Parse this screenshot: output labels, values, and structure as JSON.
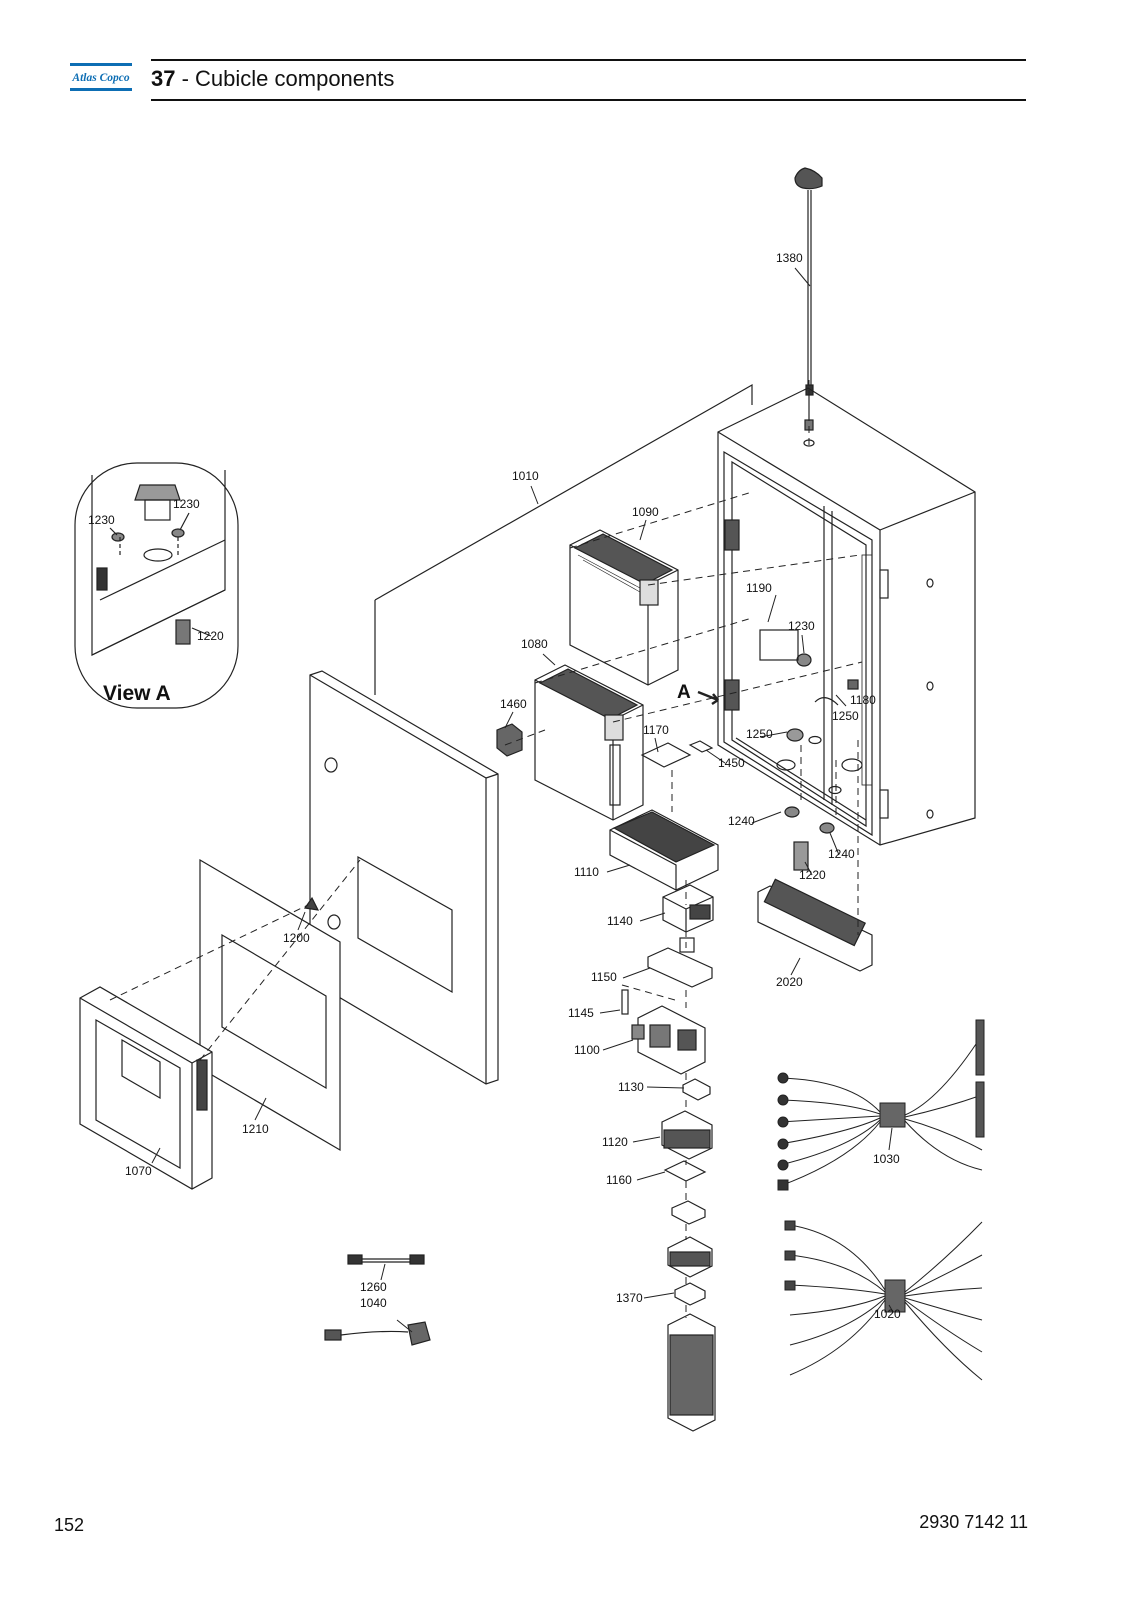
{
  "brand": {
    "name": "Atlas Copco",
    "color": "#0d6eb4"
  },
  "header": {
    "section_number": "37",
    "separator": " - ",
    "title": "Cubicle components"
  },
  "labels": {
    "c1380": "1380",
    "c1010": "1010",
    "c1090": "1090",
    "c1190": "1190",
    "c1230a": "1230",
    "c1080": "1080",
    "c1460": "1460",
    "c1170": "1170",
    "c1450": "1450",
    "c1250a": "1250",
    "c1250b": "1250",
    "c1180": "1180",
    "c1240a": "1240",
    "c1240b": "1240",
    "c1220": "1220",
    "c1110": "1110",
    "c1140": "1140",
    "c1150": "1150",
    "c2020": "2020",
    "c1145": "1145",
    "c1100": "1100",
    "c1130": "1130",
    "c1120": "1120",
    "c1160": "1160",
    "c1370": "1370",
    "c1030": "1030",
    "c1020": "1020",
    "c1200": "1200",
    "c1210": "1210",
    "c1070": "1070",
    "c1260": "1260",
    "c1040": "1040",
    "inset_1230a": "1230",
    "inset_1230b": "1230",
    "inset_1220": "1220"
  },
  "view_a": {
    "title": "View A",
    "arrow_label": "A"
  },
  "footer": {
    "page_number": "152",
    "doc_number": "2930 7142 11"
  }
}
